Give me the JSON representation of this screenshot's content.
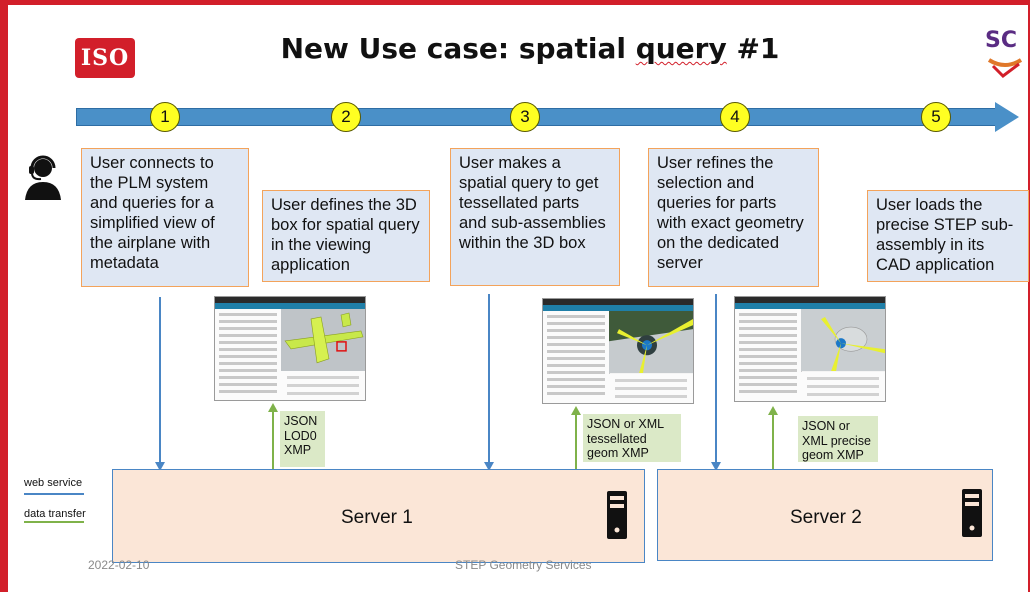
{
  "slide": {
    "title_prefix": "New Use case: spatial ",
    "title_query": "query",
    "title_suffix": " #1",
    "iso_logo_text": "ISO",
    "sc_logo_text": "SC"
  },
  "timeline": {
    "steps": [
      "1",
      "2",
      "3",
      "4",
      "5"
    ]
  },
  "steps": [
    {
      "text": "User connects to the PLM system and queries for a simplified view of the airplane with metadata"
    },
    {
      "text": "User defines the 3D box for spatial query in the viewing application"
    },
    {
      "text": "User makes a spatial query to get tessellated parts and sub-assemblies within the 3D box"
    },
    {
      "text": "User refines the selection and queries for parts with exact geometry on the dedicated server"
    },
    {
      "text": "User loads the precise STEP sub-assembly in its CAD application"
    }
  ],
  "transfers": [
    {
      "text": "JSON LOD0 XMP"
    },
    {
      "text": "JSON or XML tessellated geom XMP"
    },
    {
      "text": "JSON or XML precise geom XMP"
    }
  ],
  "servers": [
    {
      "label": "Server 1"
    },
    {
      "label": "Server 2"
    }
  ],
  "legend": {
    "web_service": "web service",
    "data_transfer": "data transfer",
    "web_service_color": "#4a86c5",
    "data_transfer_color": "#7fb24a"
  },
  "footer": {
    "date": "2022-02-10",
    "center": "STEP Geometry Services"
  },
  "icons": {
    "user": "user-headset-icon",
    "server": "server-icon"
  }
}
